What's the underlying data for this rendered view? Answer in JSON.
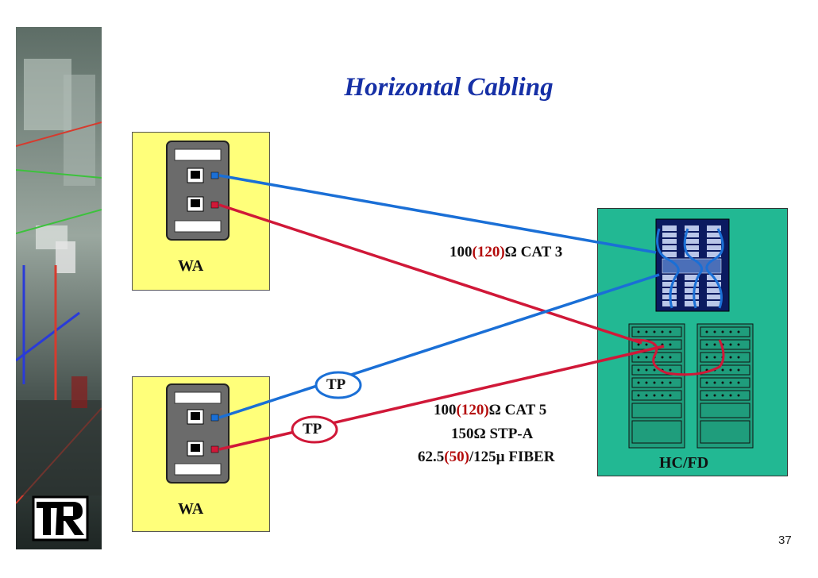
{
  "slide": {
    "title": "Horizontal Cabling",
    "page_number": "37"
  },
  "work_areas": [
    {
      "label": "WA"
    },
    {
      "label": "WA"
    }
  ],
  "hc": {
    "label": "HC/FD"
  },
  "tp_labels": [
    "TP",
    "TP"
  ],
  "cable_labels": {
    "cat3": {
      "prefix": "100",
      "alt": "(120)",
      "suffix": "Ω CAT 3"
    },
    "cat5": {
      "prefix": "100",
      "alt": "(120)",
      "suffix": "Ω CAT 5"
    },
    "stp": {
      "text": "150Ω STP-A"
    },
    "fiber": {
      "prefix": "62.5",
      "alt": "(50)",
      "suffix": "/125µ FIBER"
    }
  },
  "colors": {
    "title": "#1630a6",
    "wa_fill": "#ffff7a",
    "hc_fill": "#22b893",
    "blue_cable": "#1a6fd6",
    "red_cable": "#d01838",
    "alt_value": "#b40c0c"
  }
}
